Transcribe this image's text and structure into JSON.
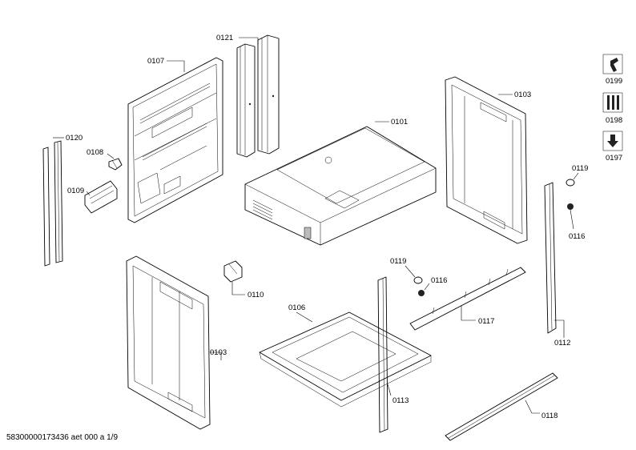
{
  "parts": [
    {
      "id": "p0121",
      "label": "0121"
    },
    {
      "id": "p0107",
      "label": "0107"
    },
    {
      "id": "p0103a",
      "label": "0103"
    },
    {
      "id": "p0101",
      "label": "0101"
    },
    {
      "id": "p0120",
      "label": "0120"
    },
    {
      "id": "p0108",
      "label": "0108"
    },
    {
      "id": "p0109",
      "label": "0109"
    },
    {
      "id": "p0119a",
      "label": "0119"
    },
    {
      "id": "p0116a",
      "label": "0116"
    },
    {
      "id": "p0110",
      "label": "0110"
    },
    {
      "id": "p0119b",
      "label": "0119"
    },
    {
      "id": "p0116b",
      "label": "0116"
    },
    {
      "id": "p0106",
      "label": "0106"
    },
    {
      "id": "p0103b",
      "label": "0103"
    },
    {
      "id": "p0117",
      "label": "0117"
    },
    {
      "id": "p0112",
      "label": "0112"
    },
    {
      "id": "p0113",
      "label": "0113"
    },
    {
      "id": "p0118",
      "label": "0118"
    }
  ],
  "tools": [
    {
      "id": "t0199",
      "label": "0199",
      "icon": "wrench-tool-icon"
    },
    {
      "id": "t0198",
      "label": "0198",
      "icon": "screwdriver-set-icon"
    },
    {
      "id": "t0197",
      "label": "0197",
      "icon": "download-arrow-icon"
    }
  ],
  "footer": {
    "text": "58300000173436 aet 000 a 1/9"
  }
}
